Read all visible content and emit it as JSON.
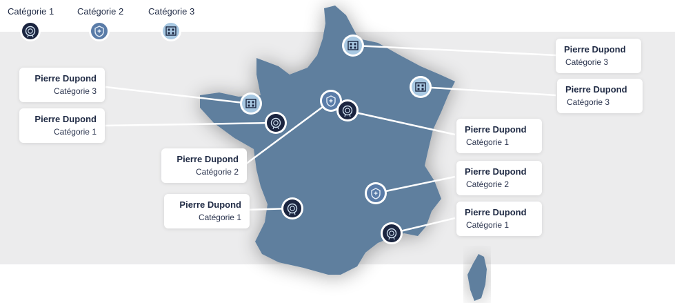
{
  "legend": [
    {
      "label": "Catégorie 1",
      "icon": "circular-seal-icon"
    },
    {
      "label": "Catégorie 2",
      "icon": "shield-arrows-icon"
    },
    {
      "label": "Catégorie 3",
      "icon": "grid-board-icon"
    }
  ],
  "colors": {
    "map_fill": "#5f7f9e",
    "band": "#ececed",
    "cat1_fill": "#1b2540",
    "cat2_fill": "#5a7ca8",
    "cat3_fill": "#a8c8e2",
    "text_dark": "#1f2a44"
  },
  "cards": [
    {
      "name": "Pierre Dupond",
      "category": "Catégorie 3"
    },
    {
      "name": "Pierre Dupond",
      "category": "Catégorie 1"
    },
    {
      "name": "Pierre Dupond",
      "category": "Catégorie 2"
    },
    {
      "name": "Pierre Dupond",
      "category": "Catégorie 1"
    },
    {
      "name": "Pierre Dupond",
      "category": "Catégorie 3"
    },
    {
      "name": "Pierre Dupond",
      "category": "Catégorie 3"
    },
    {
      "name": "Pierre Dupond",
      "category": "Catégorie 1"
    },
    {
      "name": "Pierre Dupond",
      "category": "Catégorie 2"
    },
    {
      "name": "Pierre Dupond",
      "category": "Catégorie 1"
    }
  ]
}
